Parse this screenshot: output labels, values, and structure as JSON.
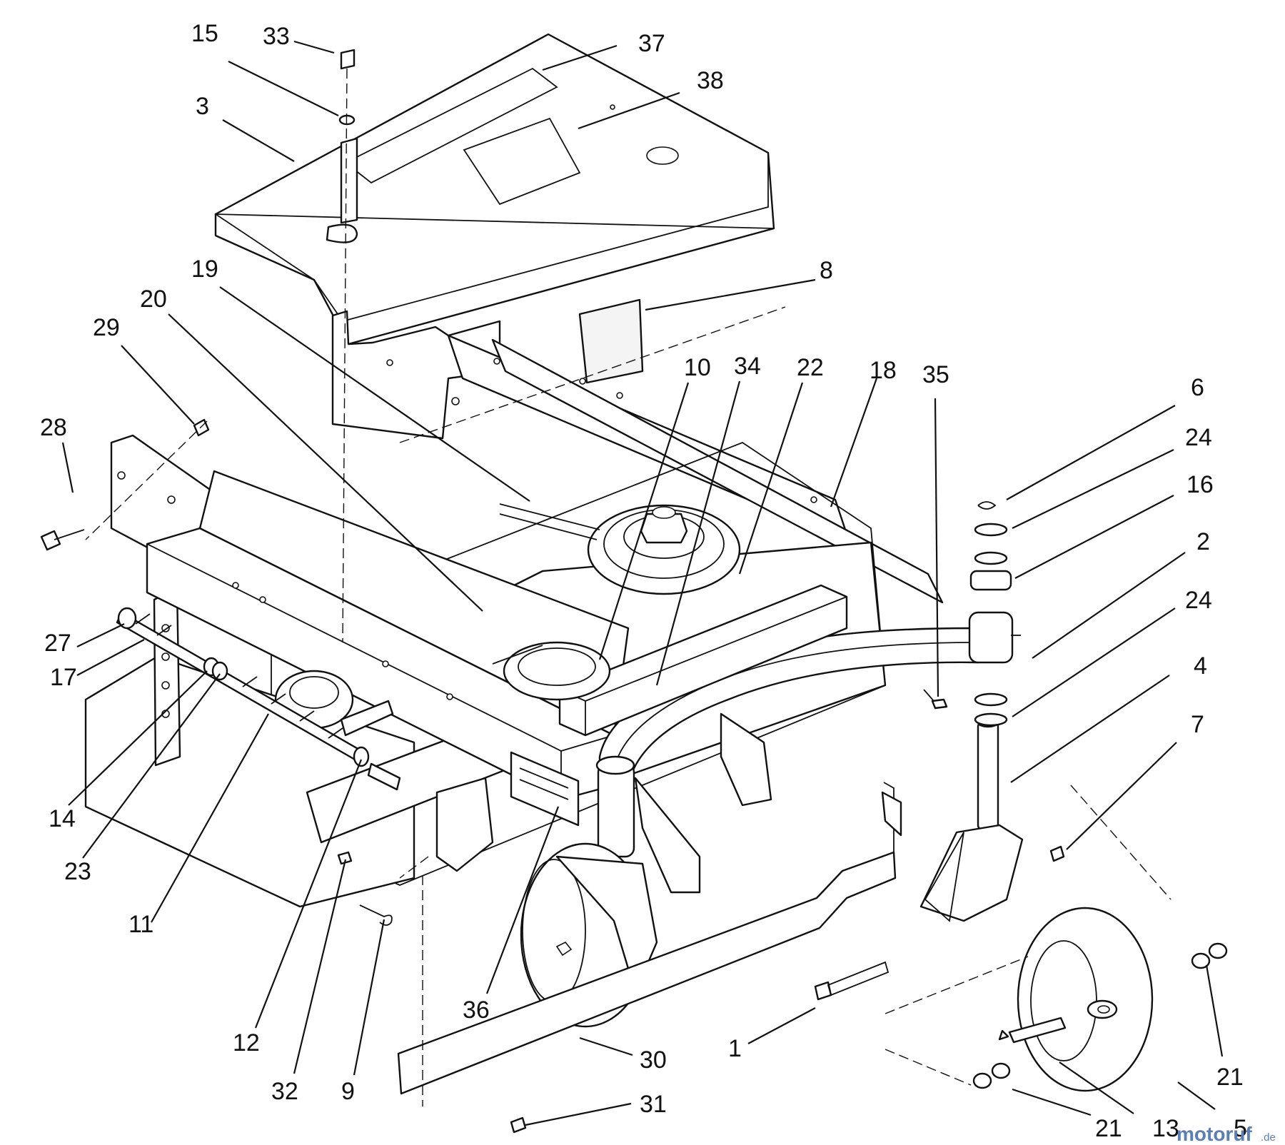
{
  "callouts": {
    "c1": "1",
    "c2": "2",
    "c3": "3",
    "c4": "4",
    "c5": "5",
    "c6": "6",
    "c7": "7",
    "c8": "8",
    "c9": "9",
    "c10": "10",
    "c11": "11",
    "c12": "12",
    "c13": "13",
    "c14": "14",
    "c15": "15",
    "c16": "16",
    "c17": "17",
    "c18": "18",
    "c19": "19",
    "c20": "20",
    "c21a": "21",
    "c21b": "21",
    "c22": "22",
    "c23": "23",
    "c24a": "24",
    "c24b": "24",
    "c27": "27",
    "c28": "28",
    "c29": "29",
    "c30": "30",
    "c31": "31",
    "c32": "32",
    "c33": "33",
    "c34": "34",
    "c35": "35",
    "c36": "36",
    "c37": "37",
    "c38": "38"
  },
  "watermark": {
    "brand": "motoruf",
    "suffix": ".de",
    "colors": {
      "m": "#e0463c",
      "o": "#f0a020",
      "rest": "#4a78c0"
    }
  }
}
